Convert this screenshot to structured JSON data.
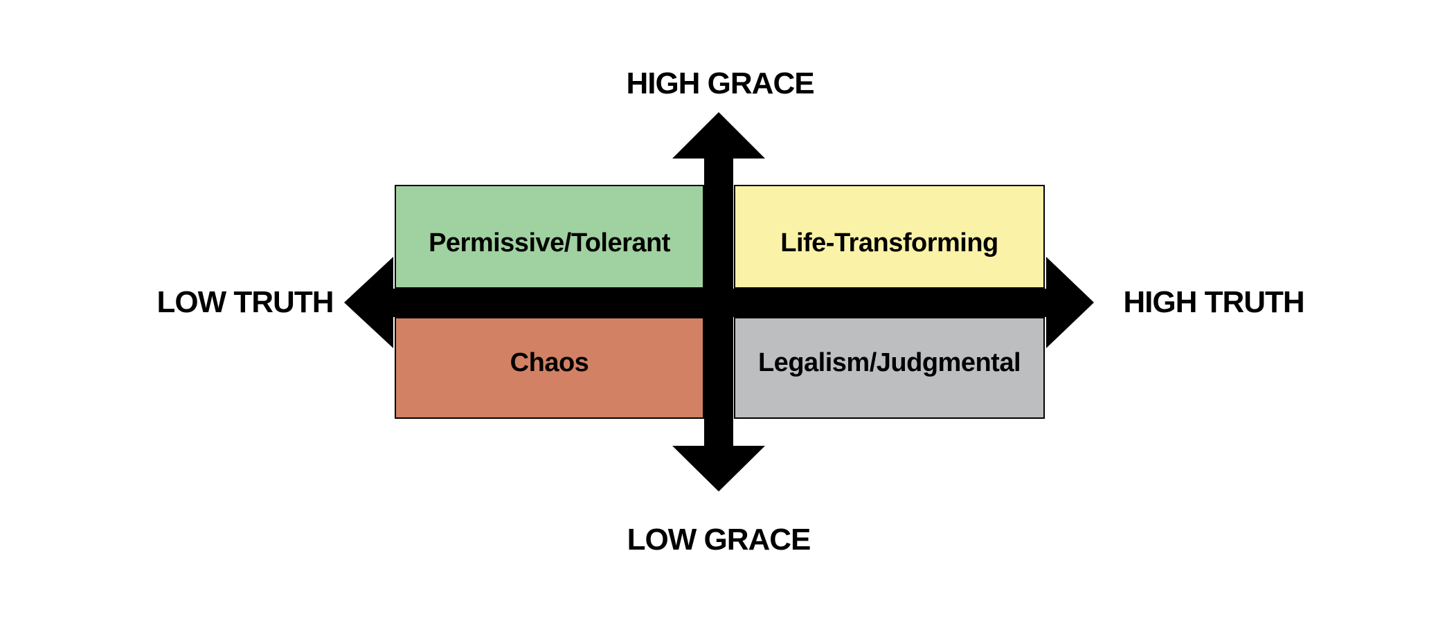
{
  "page": {
    "background_color": "#ffffff",
    "text_color": "#000000"
  },
  "diagram": {
    "title_implied": "Grace and Truth quadrant diagram",
    "axes": {
      "color": "#000000",
      "vertical": {
        "top_label": "HIGH GRACE",
        "bottom_label": "LOW GRACE"
      },
      "horizontal": {
        "left_label": "LOW TRUTH",
        "right_label": "HIGH TRUTH"
      }
    },
    "quadrants": [
      {
        "position": "top-left",
        "label": "Permissive/Tolerant",
        "color": "#A0D1A0"
      },
      {
        "position": "top-right",
        "label": "Life-Transforming",
        "color": "#FAF2A6"
      },
      {
        "position": "bottom-left",
        "label": "Chaos",
        "color": "#D28164"
      },
      {
        "position": "bottom-right",
        "label": "Legalism/Judgmental",
        "color": "#BDBEC0"
      }
    ],
    "box_border_color": "#000000"
  }
}
